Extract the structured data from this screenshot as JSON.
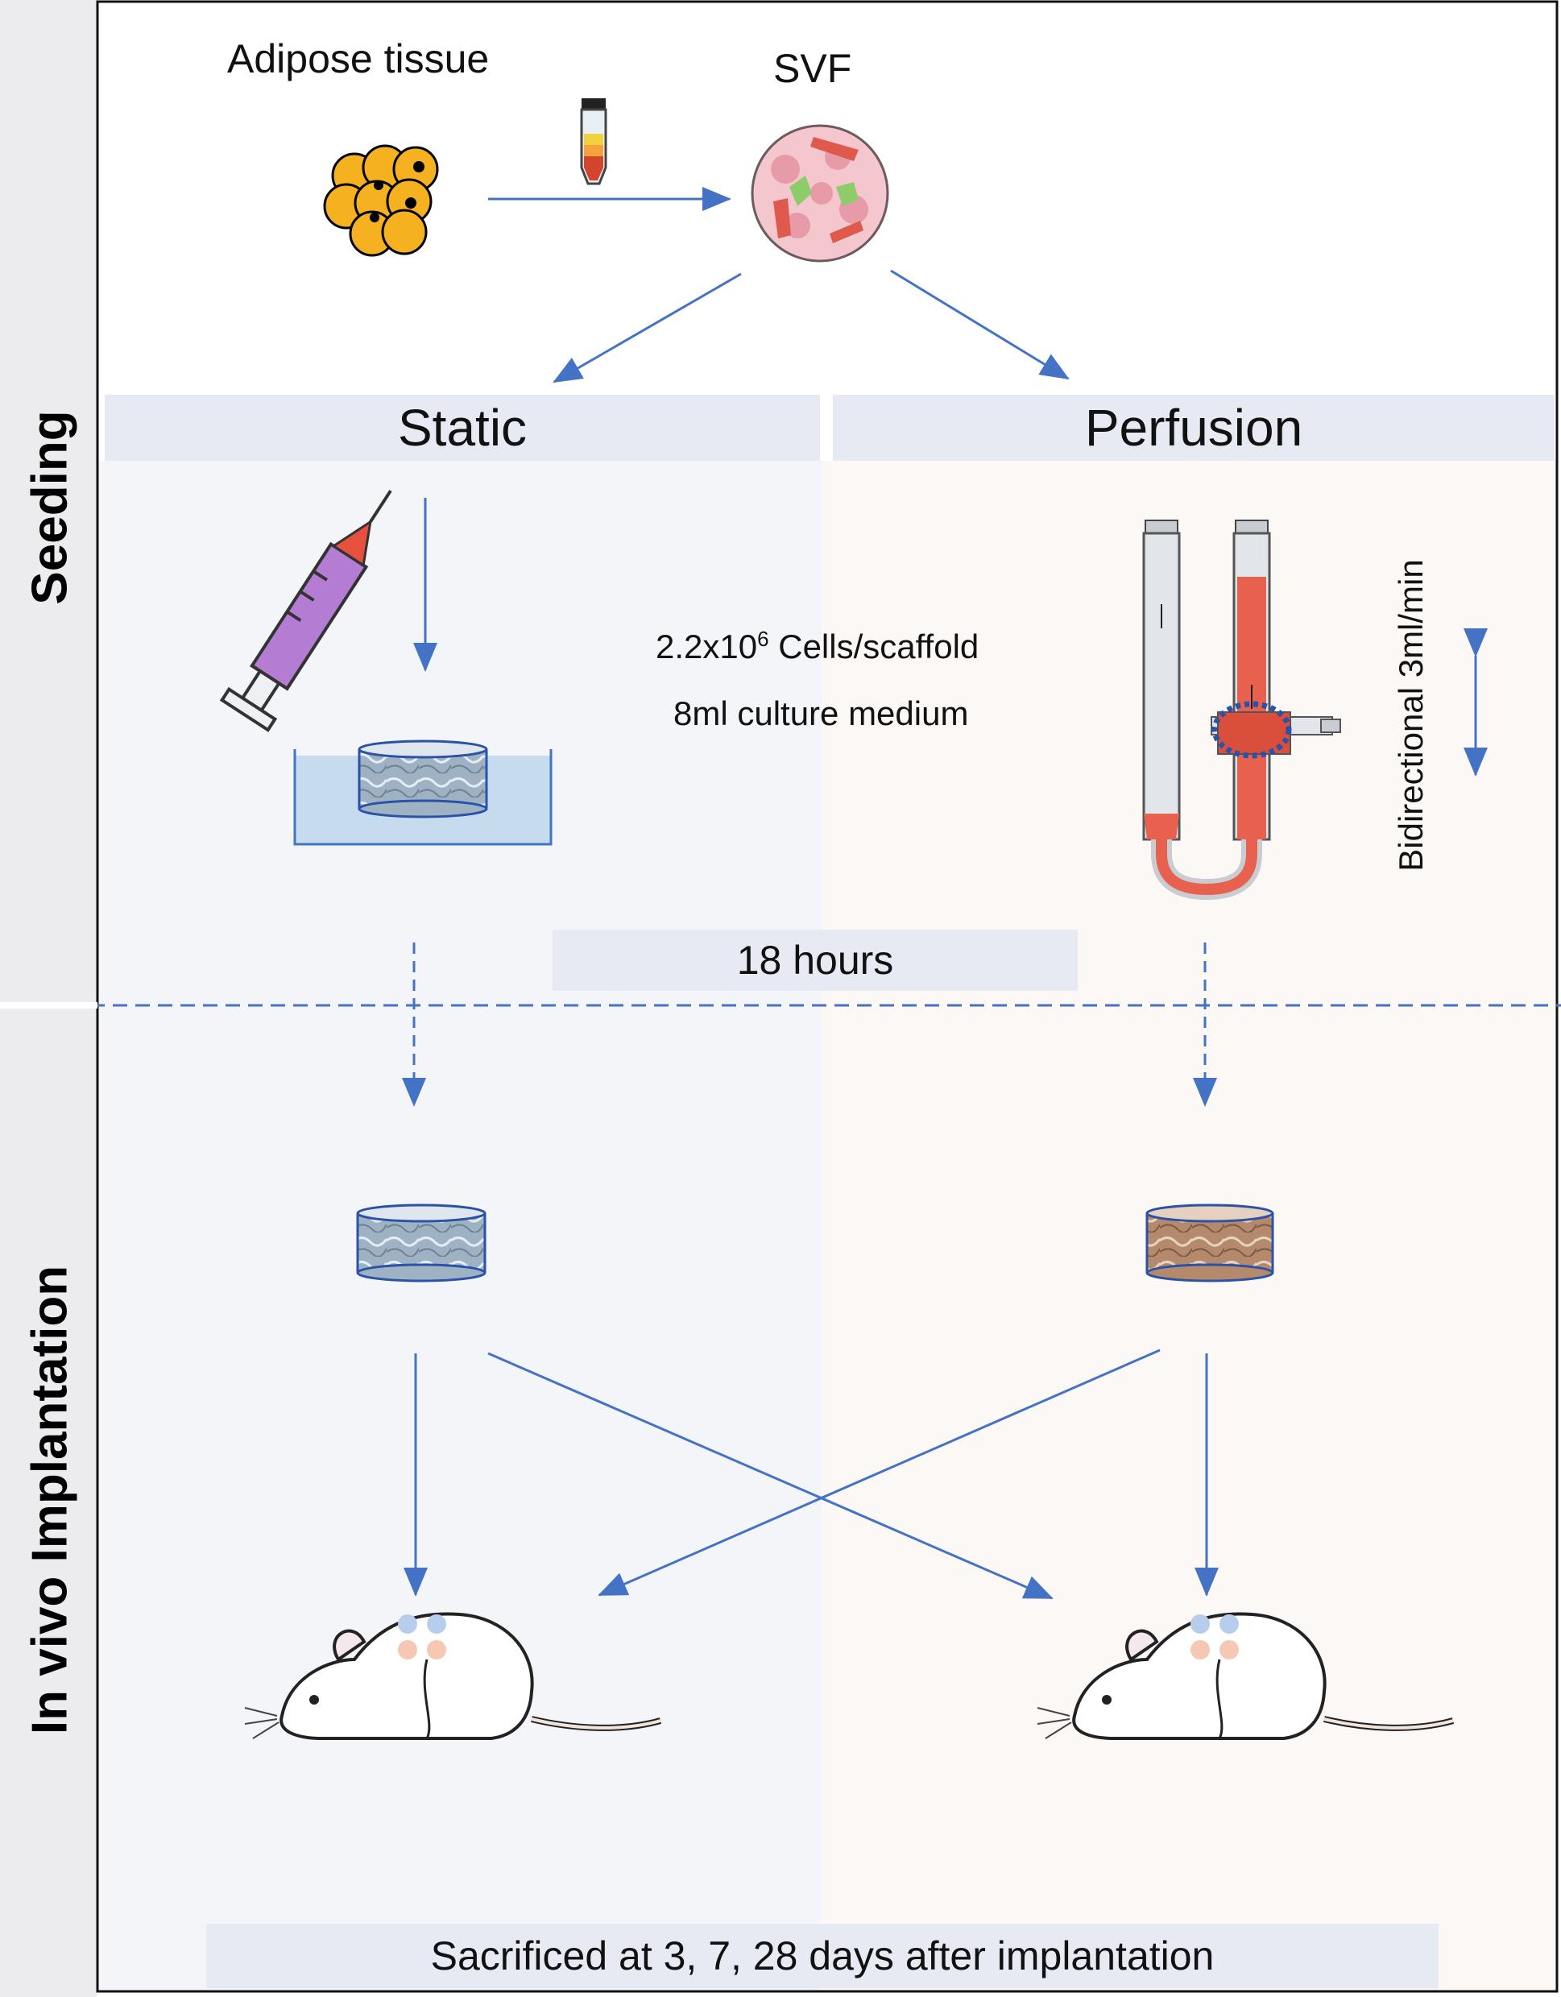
{
  "side_labels": {
    "seeding": "Seeding",
    "in_vivo": "In vivo Implantation"
  },
  "top": {
    "adipose_label": "Adipose tissue",
    "svf_label": "SVF"
  },
  "methods": {
    "static": "Static",
    "perfusion": "Perfusion"
  },
  "seeding_params": {
    "cells_prefix": "2.2x10",
    "cells_exponent": "6",
    "cells_suffix": " Cells/scaffold",
    "medium": "8ml culture medium",
    "flow": "Bidirectional 3ml/min"
  },
  "duration": "18 hours",
  "footer": "Sacrificed at 3, 7, 28 days after implantation",
  "colors": {
    "arrow": "#4472c4",
    "bar_fill": "#e7eaf3",
    "static_panel": "#f3f5f9",
    "perfusion_panel": "#fcf8f6",
    "adipocyte": "#f5b120",
    "medium_red": "#e8614e",
    "syringe_purple": "#b57cd4"
  }
}
